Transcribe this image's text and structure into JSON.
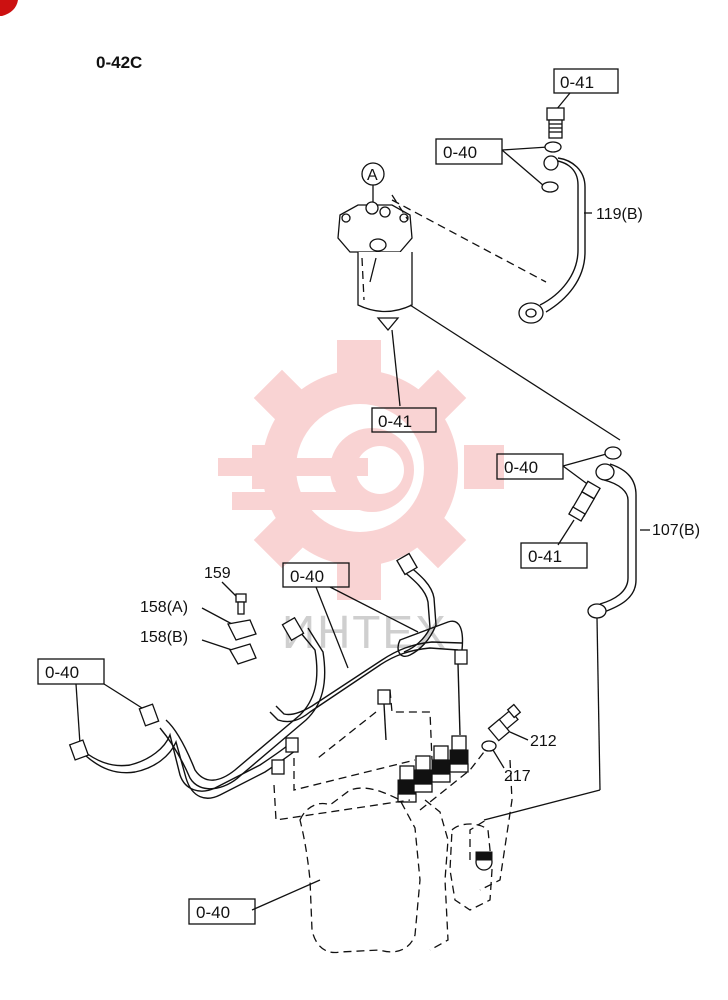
{
  "diagram": {
    "page_ref": "0-42C",
    "callout_a": "A",
    "watermark_text": "ИНТЕХ",
    "colors": {
      "line": "#111111",
      "watermark": "#e63b3b",
      "corner_mark": "#cc1111"
    },
    "ref_boxes": [
      {
        "id": "ref-0-41-top",
        "text": "0-41"
      },
      {
        "id": "ref-0-40-top",
        "text": "0-40"
      },
      {
        "id": "ref-0-41-filter",
        "text": "0-41"
      },
      {
        "id": "ref-0-40-right",
        "text": "0-40"
      },
      {
        "id": "ref-0-41-right",
        "text": "0-41"
      },
      {
        "id": "ref-0-40-mid",
        "text": "0-40"
      },
      {
        "id": "ref-0-40-left",
        "text": "0-40"
      },
      {
        "id": "ref-0-40-bottom",
        "text": "0-40"
      }
    ],
    "part_labels": [
      {
        "id": "label-119b",
        "text": "119(B)"
      },
      {
        "id": "label-107b",
        "text": "107(B)"
      },
      {
        "id": "label-159",
        "text": "159"
      },
      {
        "id": "label-158a",
        "text": "158(A)"
      },
      {
        "id": "label-158b",
        "text": "158(B)"
      },
      {
        "id": "label-212",
        "text": "212"
      },
      {
        "id": "label-217",
        "text": "217"
      }
    ]
  }
}
